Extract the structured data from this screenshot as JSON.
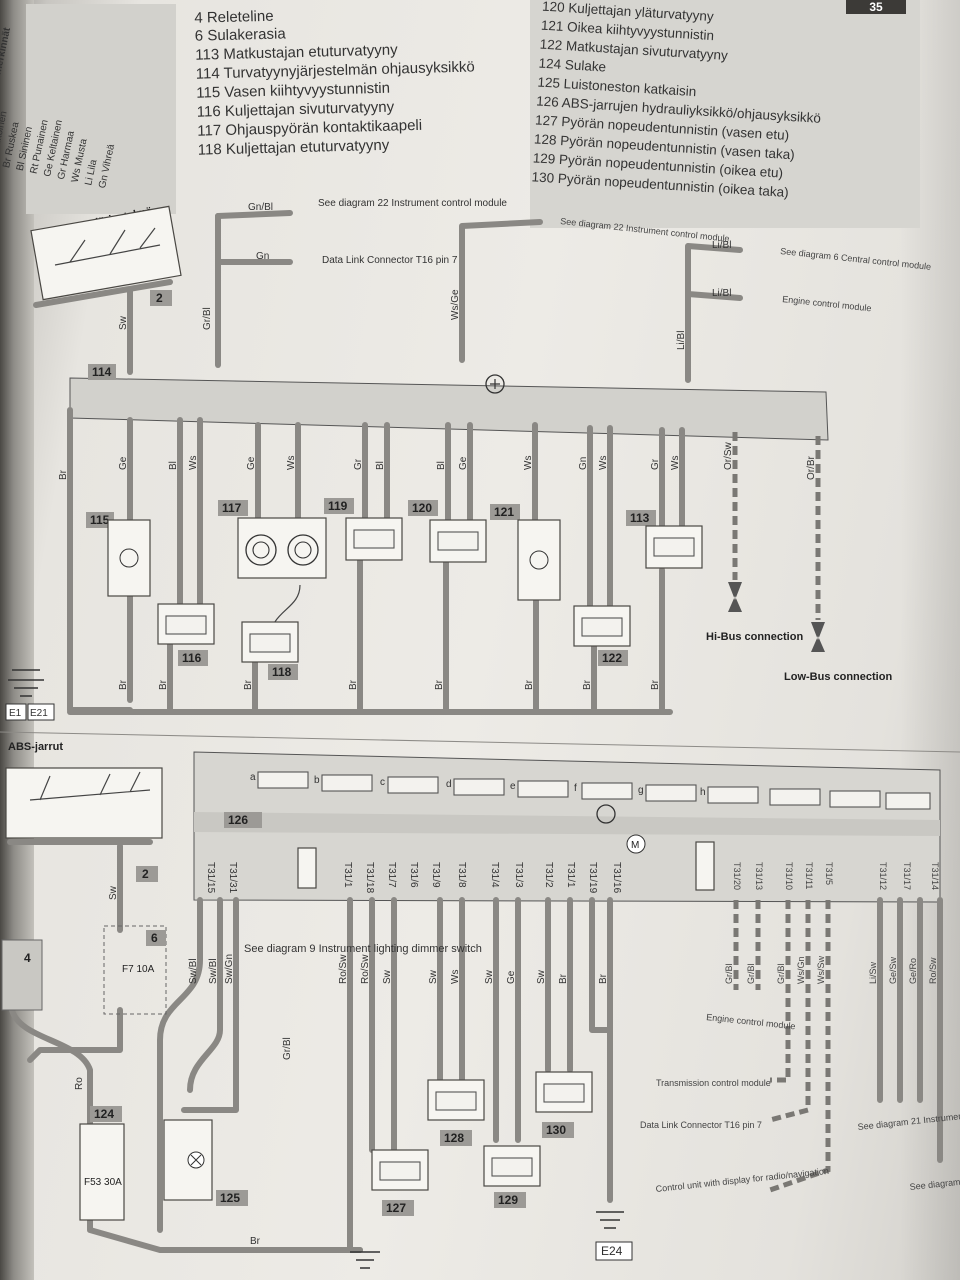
{
  "legend_left": {
    "items": [
      "Sähköjohtojen värimerkinnät",
      "Bl Valkoinen",
      "Br Ruskea",
      "Bl Sininen",
      "Rt Punainen",
      "Ge Keltainen",
      "Gr Harmaa",
      "Ws Musta",
      "Li Lila",
      "Gn Vihreä"
    ]
  },
  "legend_mid": {
    "items": [
      "4  Releteline",
      "6  Sulakerasia",
      "113 Matkustajan etuturvatyyny",
      "114 Turvatyynyjärjestelmän ohjausyksikkö",
      "115 Vasen kiihtyvyystunnistin",
      "116 Kuljettajan sivuturvatyyny",
      "117 Ohjauspyörän kontaktikaapeli",
      "118 Kuljettajan etuturvatyyny"
    ]
  },
  "legend_right": {
    "page_number": "35",
    "items": [
      "120 Kuljettajan yläturvatyyny",
      "121 Oikea kiihtyvyystunnistin",
      "122 Matkustajan sivuturvatyyny",
      "124 Sulake",
      "125 Luistoneston katkaisin",
      "126 ABS-jarrujen hydrauliyksikkö/ohjausyksikkö",
      "127 Pyörän nopeudentunnistin (vasen etu)",
      "128 Pyörän nopeudentunnistin (vasen taka)",
      "129 Pyörän nopeudentunnistin (oikea etu)",
      "130 Pyörän nopeudentunnistin (oikea taka)"
    ]
  },
  "section_airbag": {
    "title": "Turvatyynyjärjestelmä",
    "note_instrument": "See diagram 22 Instrument control module",
    "note_dlc": "Data Link Connector T16 pin 7",
    "note_instrument2": "See diagram 22 Instrument control module",
    "note_central": "See diagram 6 Central control module",
    "note_engine": "Engine control module",
    "hi_bus": "Hi-Bus connection",
    "low_bus": "Low-Bus connection",
    "ground_labels": [
      "E1",
      "E21"
    ],
    "component_numbers": [
      "114",
      "115",
      "116",
      "117",
      "118",
      "119",
      "120",
      "121",
      "122",
      "113",
      "2"
    ],
    "wire_colors": [
      "Gn/Bl",
      "Gn",
      "Gr/Bl",
      "Ws/Ge",
      "Li/Bl",
      "Li/Bl",
      "Li/Bl",
      "Sw",
      "Ge",
      "Bl",
      "Ws",
      "Ge",
      "Ws",
      "Gr",
      "Bl",
      "Bl",
      "Ge",
      "Ws",
      "Gn",
      "Ws",
      "Gr",
      "Ws",
      "Or/Sw",
      "Or/Br",
      "Br",
      "Br",
      "Br",
      "Br",
      "Br",
      "Br",
      "Br",
      "Br",
      "Br"
    ]
  },
  "section_abs": {
    "title": "ABS-jarrut",
    "module_number": "126",
    "valve_letters": [
      "a",
      "b",
      "c",
      "d",
      "e",
      "f",
      "g",
      "h"
    ],
    "pins": [
      "T31/15",
      "T31/31",
      "T31/1",
      "T31/18",
      "T31/7",
      "T31/6",
      "T31/9",
      "T31/8",
      "T31/4",
      "T31/3",
      "T31/2",
      "T31/1",
      "T31/19",
      "T31/16",
      "T31/20",
      "T31/13",
      "T31/10",
      "T31/11",
      "T31/5",
      "T31/12",
      "T31/17",
      "T31/14"
    ],
    "fuse_box_number": "6",
    "fuse_f7": "F7 10A",
    "fuse_f53": "F53 30A",
    "note_dimmer": "See diagram 9 Instrument lighting dimmer switch",
    "note_engine": "Engine control module",
    "note_transmission": "Transmission control module",
    "note_dlc": "Data Link Connector T16 pin 7",
    "note_radio": "Control unit with display for radio/navigation",
    "note_instrument": "See diagram 21 Instrument control module",
    "note_brake": "See diagram Brake light",
    "ground_label": "E24",
    "component_numbers": [
      "124",
      "125",
      "127",
      "128",
      "129",
      "130",
      "2",
      "4"
    ],
    "wire_colors": [
      "Sw",
      "Sw/Bl",
      "Sw/Bl",
      "Sw/Gn",
      "Ro/Sw",
      "Ro/Sw",
      "Sw",
      "Sw",
      "Sw",
      "Ws",
      "Sw",
      "Ge",
      "Sw",
      "Br",
      "Br",
      "Gr/Bl",
      "Gr/Bl",
      "Gr/Bl",
      "Ws/Gn",
      "Ws/Sw",
      "Li/Sw",
      "Ge/Sw",
      "Ge/Ro",
      "Ro/Sw",
      "Ro",
      "Br"
    ]
  },
  "colors": {
    "paper": "#edebe6",
    "wire": "#8a8884",
    "legend_box": "#d6d5d0",
    "ink": "#2e2e2e"
  }
}
